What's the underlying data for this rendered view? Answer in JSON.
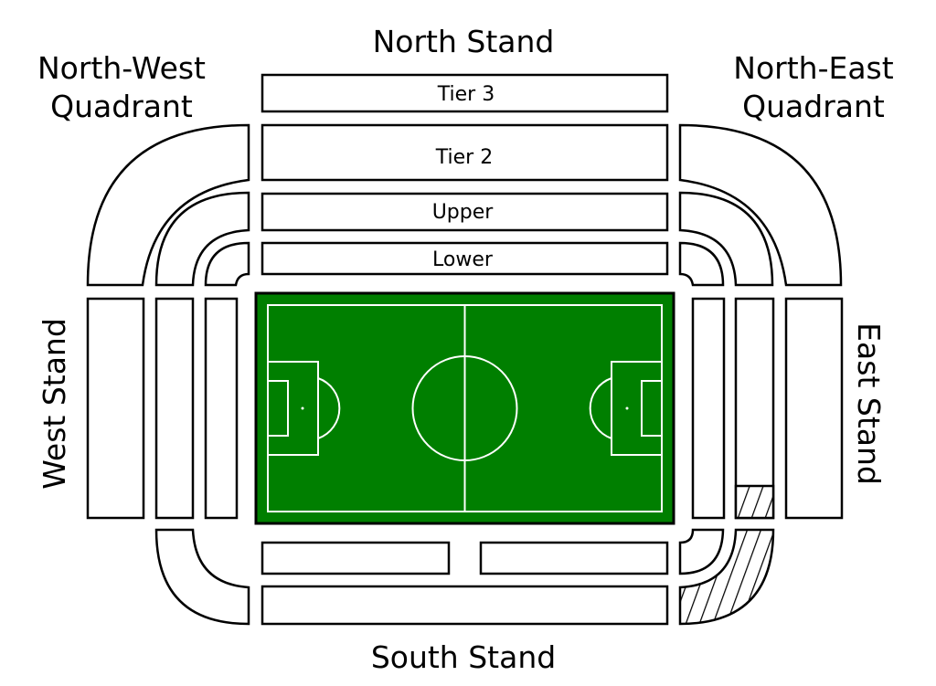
{
  "labels": {
    "north_stand": "North Stand",
    "south_stand": "South Stand",
    "west_stand": "West Stand",
    "east_stand": "East Stand",
    "nw_quadrant_line1": "North-West",
    "nw_quadrant_line2": "Quadrant",
    "ne_quadrant_line1": "North-East",
    "ne_quadrant_line2": "Quadrant"
  },
  "tiers": {
    "tier3": "Tier 3",
    "tier2": "Tier 2",
    "upper": "Upper",
    "lower": "Lower"
  },
  "colors": {
    "pitch": "#007f00",
    "pitch_lines": "#ffffff",
    "outline": "#000000",
    "background": "#ffffff"
  }
}
